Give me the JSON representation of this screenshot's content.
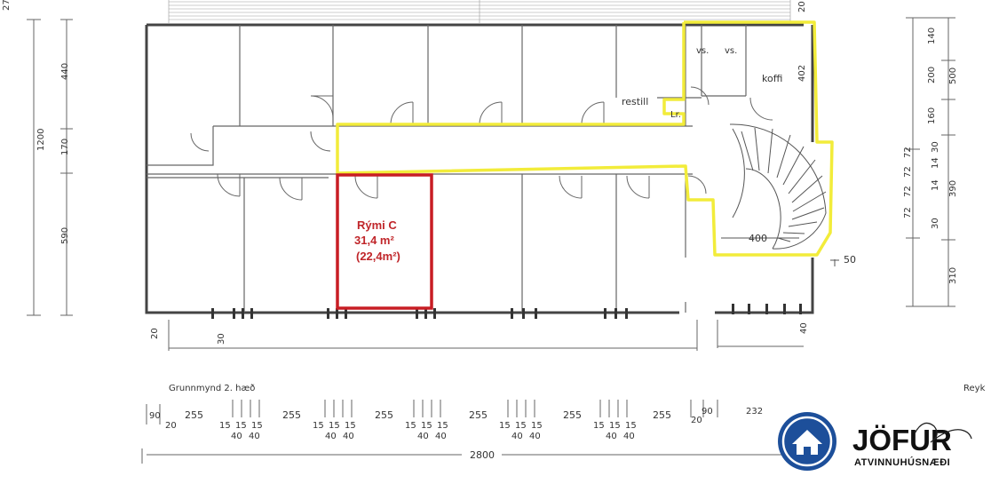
{
  "room": {
    "name": "Rými C",
    "area": "31,4 m²",
    "area_alt": "(22,4m²)"
  },
  "labels": {
    "koffi": "koffi",
    "restill": "restill",
    "lr": "Lr.",
    "vs1": "vs.",
    "vs2": "vs.",
    "grunnmynd": "Grunnmynd 2. hæð",
    "stair_width": "400",
    "reyk": "Reyk",
    "total_width": "2800",
    "side_50": "50",
    "left_20": "20",
    "bottom_30": "30",
    "bottom_40": "40",
    "top_20": "20",
    "dim_402": "402",
    "top_clip": "27"
  },
  "left_dims": [
    "440",
    "1200",
    "170",
    "590"
  ],
  "right_dims": [
    "140",
    "200",
    "500",
    "160",
    "390",
    "310"
  ],
  "right_small_dims": [
    "72",
    "72",
    "72",
    "72",
    "14",
    "14",
    "30",
    "30"
  ],
  "bottom_dims": {
    "top_row": [
      "90",
      "255",
      "255",
      "255",
      "255",
      "255",
      "255",
      "90",
      "232"
    ],
    "group_15": [
      "15",
      "15",
      "15"
    ],
    "group_40": [
      "40",
      "40"
    ],
    "twenty": [
      "20",
      "20"
    ]
  },
  "logo": {
    "name": "JÖFUR",
    "tagline": "ATVINNUHÚSNÆÐI"
  },
  "colors": {
    "highlight_yellow": "#f2ec3a",
    "highlight_red": "#c81d24",
    "line": "#555555",
    "logo_blue": "#1d4f9a"
  }
}
